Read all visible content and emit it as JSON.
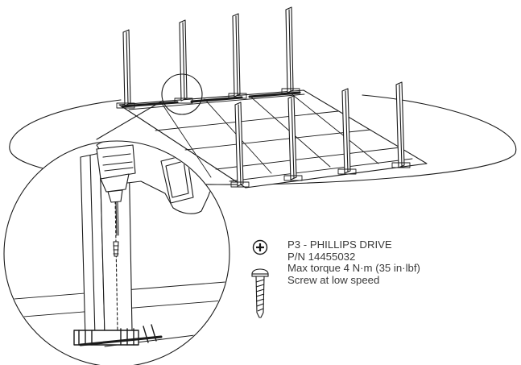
{
  "instruction": {
    "drive_type": "P3 - PHILLIPS DRIVE",
    "part_number": "P/N 14455032",
    "max_torque": "Max torque 4 N·m (35 in·lbf)",
    "speed_note": "Screw at low speed"
  },
  "icons": {
    "drive_icon": "phillips-drive-icon",
    "screw_icon": "screw-icon",
    "tool_icon": "power-drill-icon"
  },
  "colors": {
    "line": "#1a1a1a",
    "text": "#3a3a3a",
    "background": "#ffffff"
  }
}
